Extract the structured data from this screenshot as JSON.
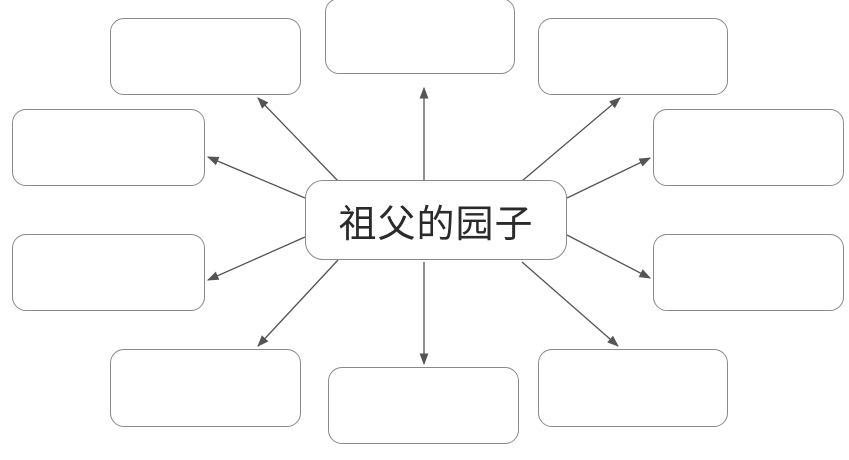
{
  "diagram": {
    "center_label": "祖父的园子",
    "line_color": "#555555",
    "box_border_color": "#8a8a8a",
    "text_color": "#2a2a2a",
    "empty_boxes": [
      "top-left",
      "top-center",
      "top-right",
      "mid-left-up",
      "mid-right-up",
      "mid-left-down",
      "mid-right-down",
      "bottom-left",
      "bottom-center",
      "bottom-right"
    ]
  }
}
